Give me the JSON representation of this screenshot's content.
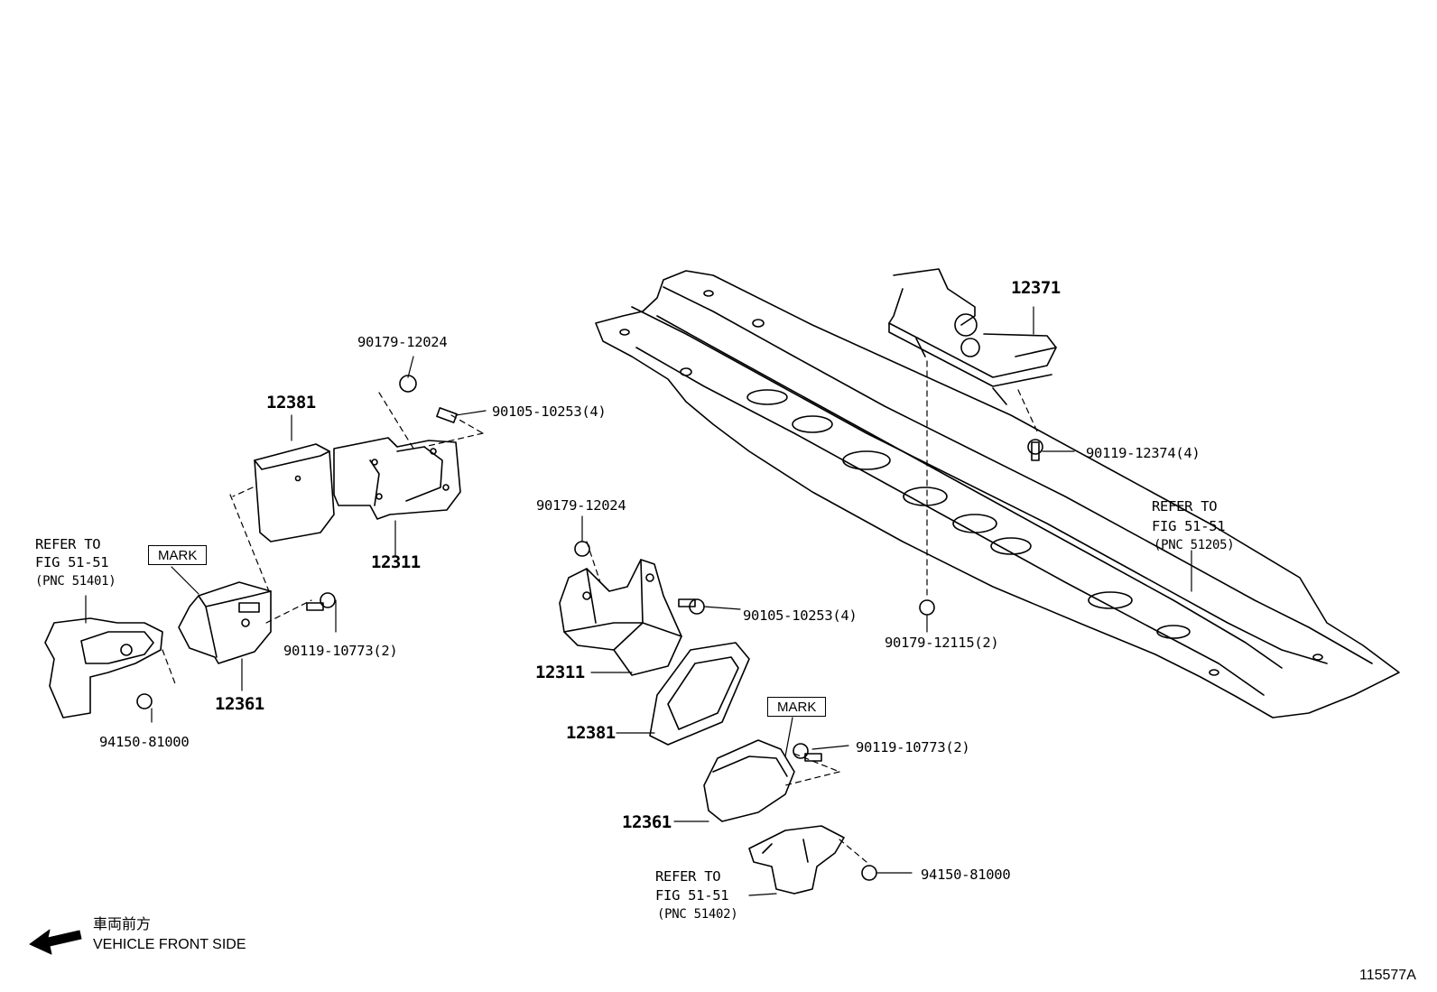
{
  "labels": {
    "p12381_left": "12381",
    "p12311_left": "12311",
    "p12361_left": "12361",
    "p12311_right": "12311",
    "p12381_right": "12381",
    "p12361_right": "12361",
    "p12371": "12371",
    "nut_90179_12024_top": "90179-12024",
    "bolt_90105_top": "90105-10253(4)",
    "bolt_90119_10773_left": "90119-10773(2)",
    "nut_94150_left": "94150-81000",
    "nut_90179_12024_mid": "90179-12024",
    "bolt_90105_mid": "90105-10253(4)",
    "bolt_90119_10773_right": "90119-10773(2)",
    "nut_94150_right": "94150-81000",
    "bolt_90119_12374": "90119-12374(4)",
    "nut_90179_12115": "90179-12115(2)"
  },
  "references": {
    "left": {
      "line1": "REFER TO",
      "line2": "FIG 51-51",
      "pnc": "(PNC 51401)"
    },
    "bottom": {
      "line1": "REFER TO",
      "line2": "FIG 51-51",
      "pnc": "(PNC 51402)"
    },
    "right": {
      "line1": "REFER TO",
      "line2": "FIG 51-51",
      "pnc": "(PNC 51205)"
    }
  },
  "marks": {
    "left": "MARK",
    "right": "MARK"
  },
  "legend": {
    "arrow_icon": "arrow-left-icon",
    "japanese": "車両前方",
    "english": "VEHICLE FRONT SIDE"
  },
  "figure_id": "115577A",
  "colors": {
    "ink": "#000000",
    "paper": "#ffffff"
  }
}
